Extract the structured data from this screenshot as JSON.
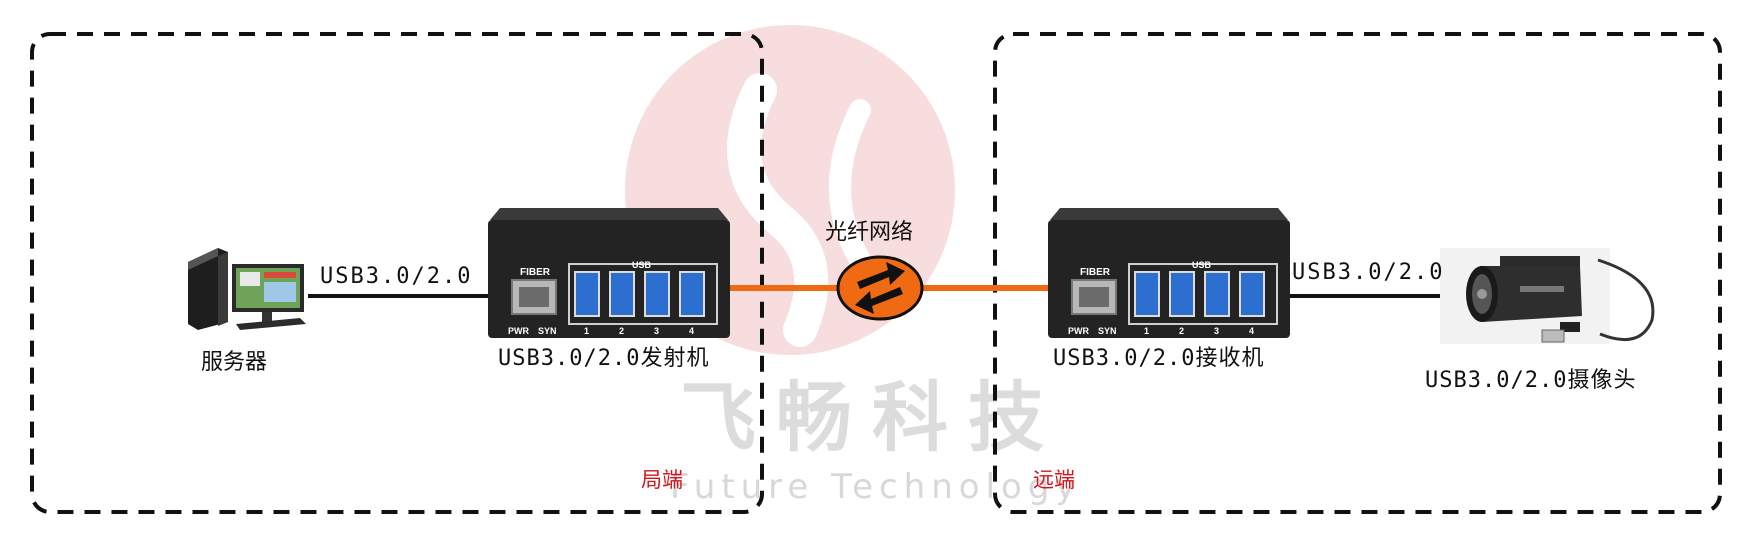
{
  "diagram": {
    "watermark": {
      "name_cn": "飞畅科技",
      "name_en": "Future Technology"
    },
    "left_zone": {
      "label": "局端"
    },
    "right_zone": {
      "label": "远端"
    },
    "network": {
      "label": "光纤网络"
    },
    "nodes": {
      "server": {
        "label": "服务器"
      },
      "transmitter": {
        "label": "USB3.0/2.0发射机"
      },
      "receiver": {
        "label": "USB3.0/2.0接收机"
      },
      "camera": {
        "label": "USB3.0/2.0摄像头"
      }
    },
    "links": {
      "server_to_tx": {
        "label": "USB3.0/2.0"
      },
      "rx_to_camera": {
        "label": "USB3.0/2.0"
      }
    },
    "device_panel": {
      "fiber": "FIBER",
      "usb": "USB",
      "pwr": "PWR",
      "syn": "SYN",
      "ports": [
        "1",
        "2",
        "3",
        "4"
      ]
    },
    "colors": {
      "fiber_line": "#f06a14",
      "usb_line": "#111111",
      "zone_text": "#d0161b",
      "usb_port": "#2d6fd0",
      "device_body": "#232323"
    }
  }
}
